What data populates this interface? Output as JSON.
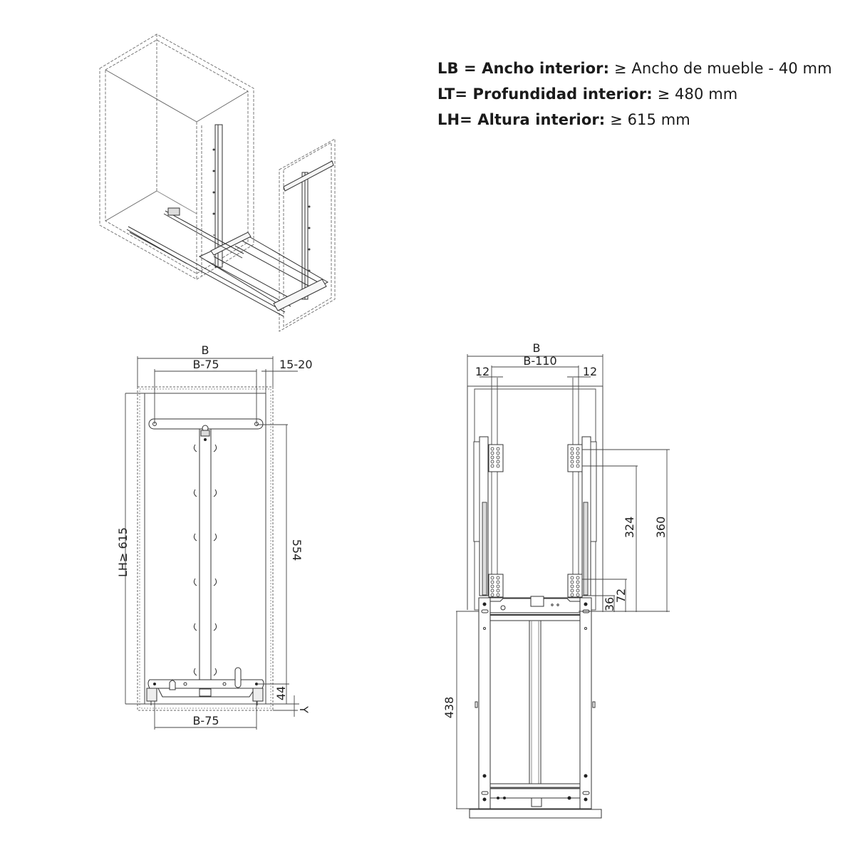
{
  "specs": [
    {
      "key": "LB = Ancho interior:",
      "value": "≥ Ancho de mueble - 40 mm"
    },
    {
      "key": "LT= Profundidad interior:",
      "value": "≥ 480 mm"
    },
    {
      "key": "LH= Altura interior:",
      "value": "≥ 615 mm"
    }
  ],
  "front_view": {
    "dim_total_width": "B",
    "dim_bracket_width": "B-75",
    "dim_offset": "15-20",
    "dim_height": "LH≥ 615",
    "dim_rail_height": "554",
    "dim_base_offset": "44",
    "dim_y": "Y",
    "dim_bottom_width": "B-75"
  },
  "plan_view": {
    "dim_total_width": "B",
    "dim_inner_width": "B-110",
    "dim_left_margin": "12",
    "dim_right_margin": "12",
    "dim_360": "360",
    "dim_324": "324",
    "dim_72": "72",
    "dim_36": "36",
    "dim_438": "438"
  },
  "colors": {
    "line": "#3a3a3a",
    "dim_line": "#555555",
    "dashed": "#777777",
    "fill_light": "#f4f4f4"
  }
}
